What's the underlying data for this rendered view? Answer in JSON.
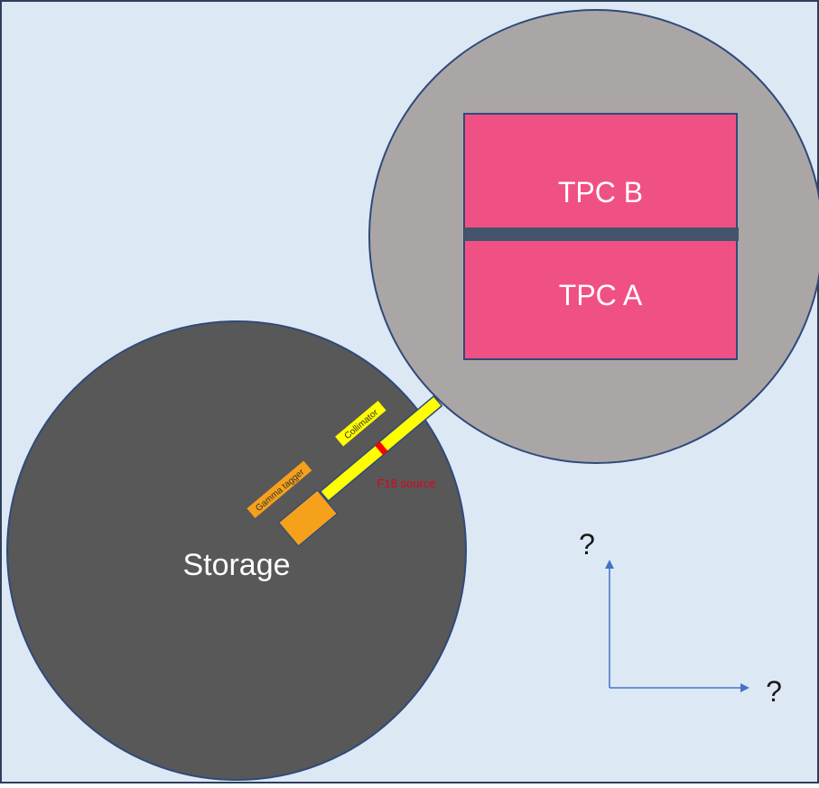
{
  "diagram": {
    "labels": {
      "tpc_b": "TPC B",
      "tpc_a": "TPC A",
      "storage": "Storage",
      "collimator": "Collimator",
      "gamma_tagger": "Gamma tagger",
      "f18_source": "F18 source",
      "axis_vertical": "?",
      "axis_horizontal": "?"
    },
    "colors": {
      "background": "#dde8f5",
      "frame_border": "#2f3f5a",
      "detector_vessel": "#aba6a6",
      "storage_vessel": "#585858",
      "tpc_fill": "#f05184",
      "tpc_divider": "#44546a",
      "collimator": "#ffff00",
      "source_marker": "#ff0000",
      "gamma_tagger": "#f5a11b",
      "source_label": "#e0001b",
      "axis_arrows": "#4472c4"
    }
  }
}
